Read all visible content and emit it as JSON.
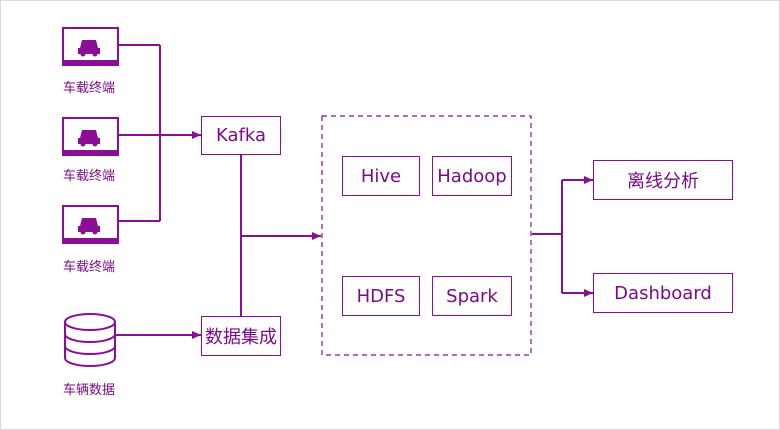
{
  "colors": {
    "primary": "#8a0f96",
    "text": "#7b0a8a",
    "border": "#d9d9d9"
  },
  "sources": {
    "terminal_label": "车载终端",
    "db_label": "车辆数据",
    "terminal_icon": "car-monitor-icon",
    "db_icon": "database-icon"
  },
  "nodes": {
    "kafka": "Kafka",
    "integration": "数据集成",
    "hive": "Hive",
    "hadoop": "Hadoop",
    "hdfs": "HDFS",
    "spark": "Spark",
    "offline": "离线分析",
    "dashboard": "Dashboard"
  }
}
